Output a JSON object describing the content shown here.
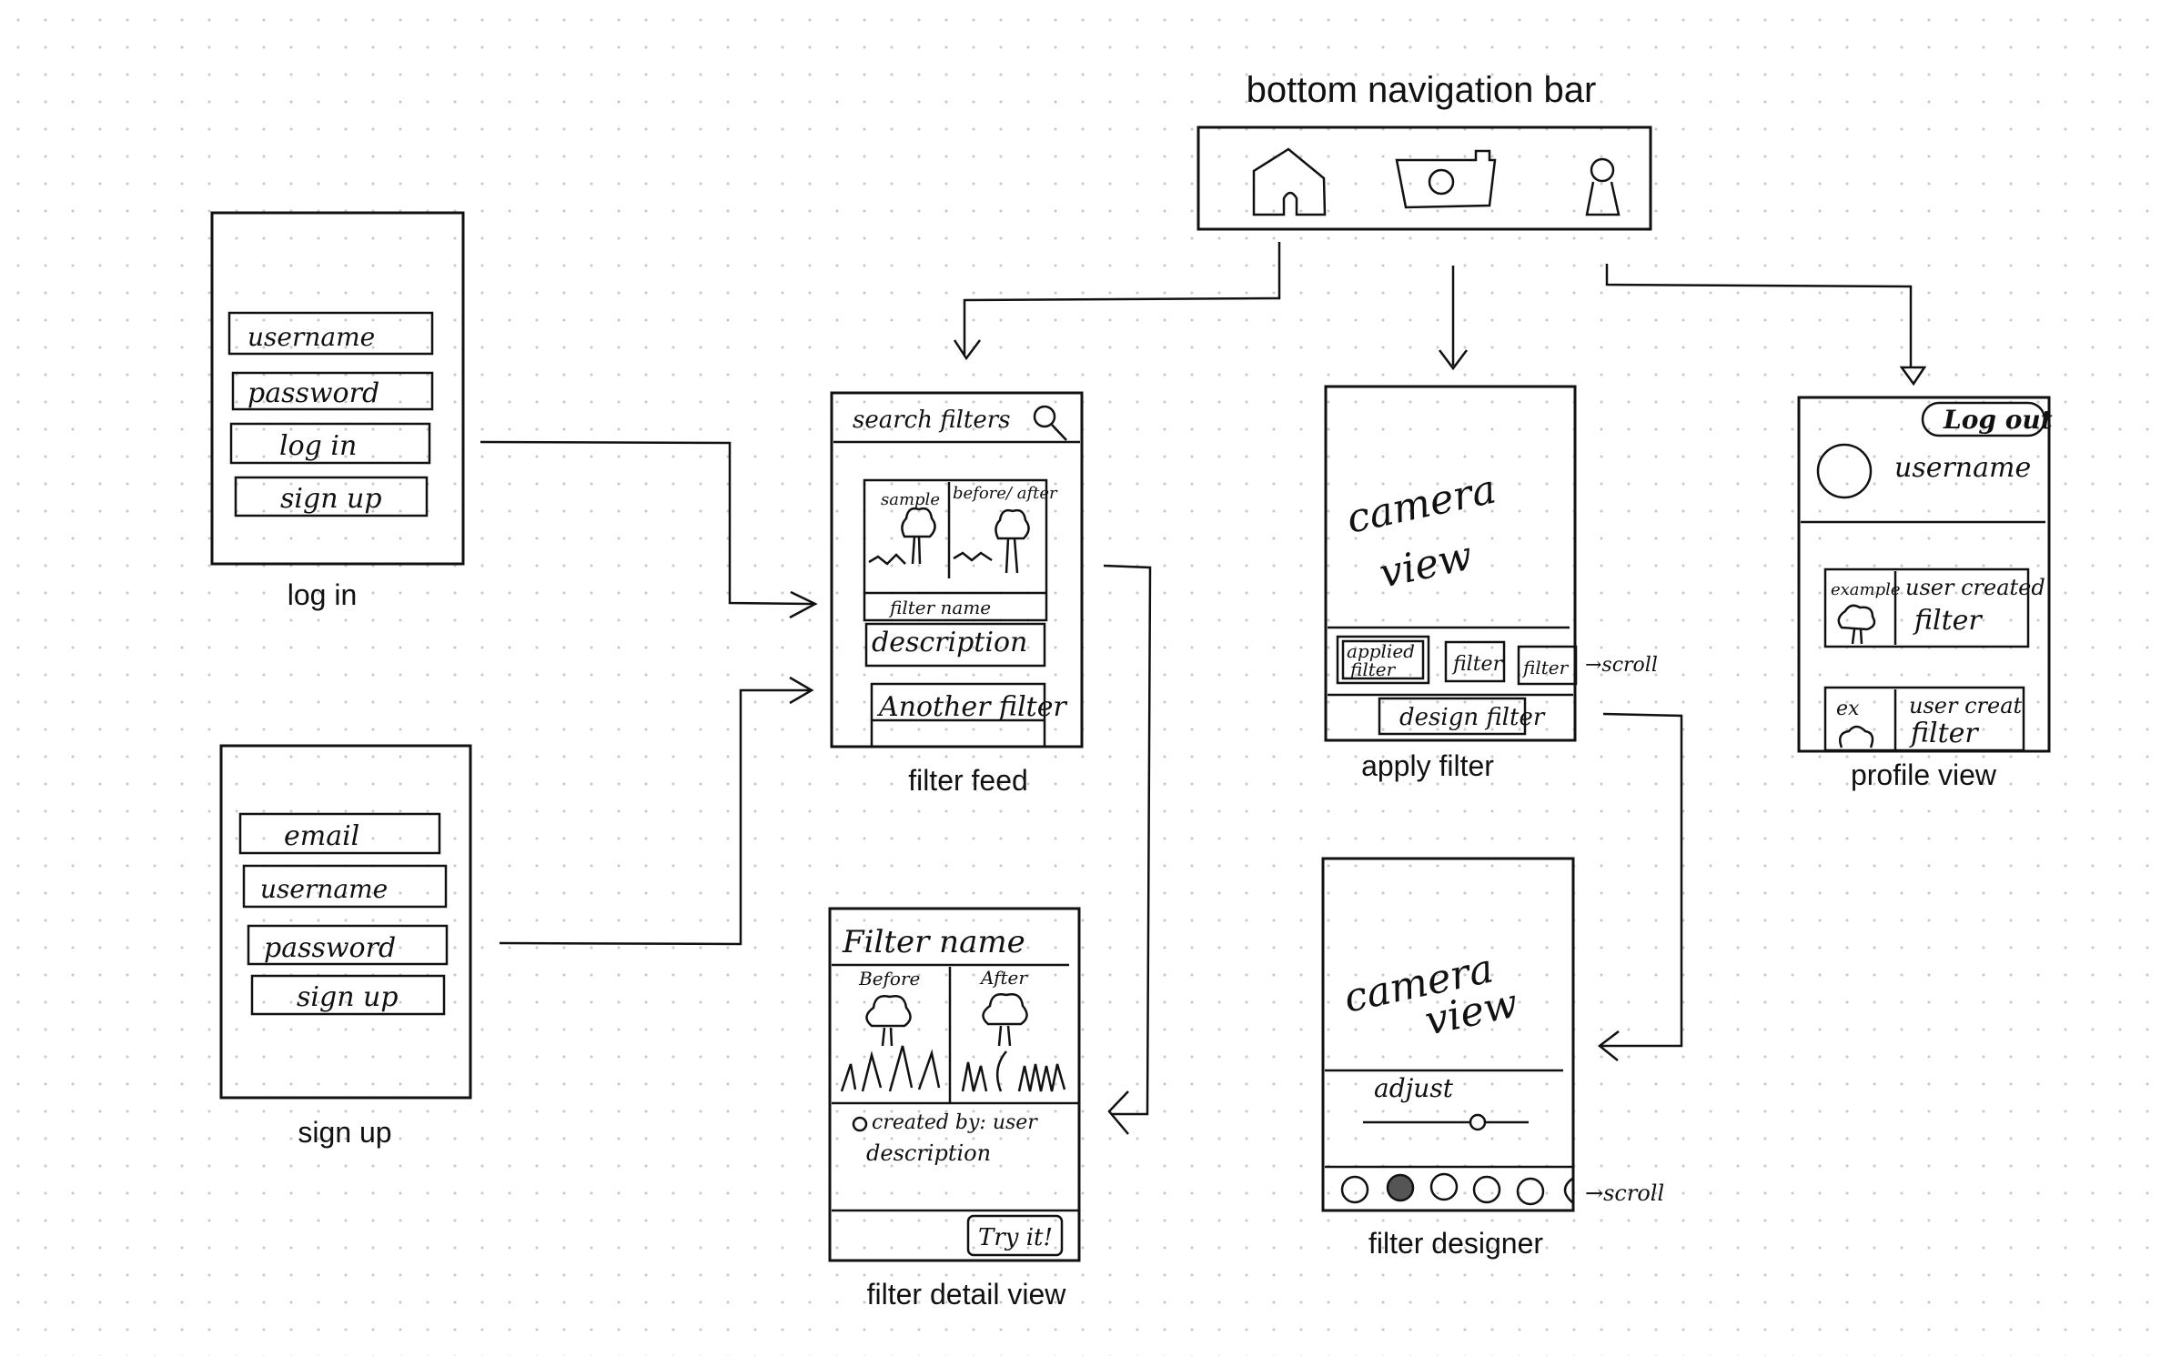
{
  "nav_bar": {
    "title": "bottom navigation bar",
    "icons": [
      "home-icon",
      "camera-icon",
      "person-icon"
    ]
  },
  "login": {
    "caption": "log in",
    "fields": [
      "username",
      "password"
    ],
    "buttons": [
      "log in",
      "sign up"
    ]
  },
  "signup": {
    "caption": "sign up",
    "fields": [
      "email",
      "username",
      "password"
    ],
    "button": "sign up"
  },
  "filter_feed": {
    "caption": "filter feed",
    "search_placeholder": "search filters",
    "card_sample": "sample",
    "card_before_after": "before/ after",
    "card_name": "filter name",
    "card_description": "description",
    "next_card": "Another filter"
  },
  "filter_detail": {
    "caption": "filter detail view",
    "title": "Filter name",
    "before": "Before",
    "after": "After",
    "created_by": "created by: user",
    "description": "description",
    "try_button": "Try it!"
  },
  "apply_filter": {
    "caption": "apply filter",
    "camera_line1": "camera",
    "camera_line2": "view",
    "chip_applied_1": "applied",
    "chip_applied_2": "filter",
    "chips": [
      "filter",
      "filter"
    ],
    "scroll": "→scroll",
    "design_button": "design filter"
  },
  "filter_designer": {
    "caption": "filter designer",
    "camera_line1": "camera",
    "camera_line2": "view",
    "adjust": "adjust",
    "scroll": "→scroll"
  },
  "profile": {
    "caption": "profile view",
    "logout": "Log out",
    "username": "username",
    "card1_example": "example",
    "card1_label_1": "user created",
    "card1_label_2": "filter",
    "card2_example": "ex",
    "card2_label_1": "user creat",
    "card2_label_2": "filter"
  }
}
